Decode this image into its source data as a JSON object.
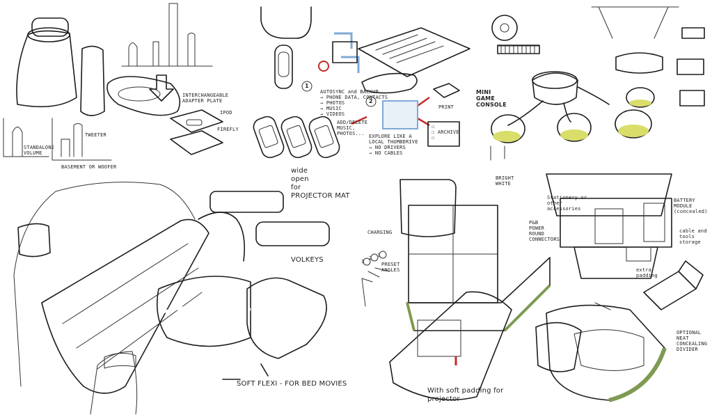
{
  "annotations": {
    "interchangeable_adapter_plate": "INTERCHANGEABLE\nADAPTER PLATE",
    "ipod": "IPOD",
    "firefly": "FIREFLY",
    "tweeter": "TWEETER",
    "standalone": "STANDALONE\nVOLUME",
    "basement_or_woofer": "BASEMENT OR WOOFER",
    "sync_list": "AUTOSYNC and BACKUP\n→ PHONE DATA, CONTACTS\n→ PHOTOS\n→ MUSIC\n→ VIDEOS",
    "add_delete": "ADD/DELETE\nMUSIC,\nPHOTOS...",
    "explore_list": "EXPLORE LIKE A\nLOCAL THUMBDRIVE\n→ NO DRIVERS\n→ NO CABLES",
    "print": "PRINT",
    "checklist": "☐\n☐ ARCHIVE\n☐",
    "mini_game_console": "MINI\nGAME\nCONSOLE",
    "wide_open": "wide\nopen\nfor\nPROJECTOR MAT",
    "volkeys": "VOLKEYS",
    "soft_flexi": "SOFT FLEXI - FOR BED MOVIES",
    "bright_white": "BRIGHT\nWHITE",
    "stationery": "Stationery or\nother\naccessories",
    "battery_module": "BATTERY\nMODULE\n(concealed)",
    "cable_tools": "cable and\ntools\nstorage",
    "extra_padding": "extra\npadding",
    "charging": "CHARGING",
    "preset_angles": "PRESET\nANGLES",
    "power_connectors": "P&B\nPOWER\nROUND\nCONNECTORS",
    "optional_neat": "OPTIONAL\nNEAT\nCONCEALING\nDIVIDER",
    "soft_padding": "With soft padding for\nprojector",
    "number_1": "1",
    "number_2": "2",
    "angle_1": "1",
    "angle_2": "2",
    "angle_3": "3"
  },
  "colors": {
    "ink": "#1c1c1c",
    "red_accent": "#c42a24",
    "green_accent": "#7f9a52",
    "yellow_accent": "#d9de6a",
    "blue_accent": "#7fa9d6",
    "purple_accent": "#8f8fd8",
    "grey_shade": "#6e6e6e"
  }
}
